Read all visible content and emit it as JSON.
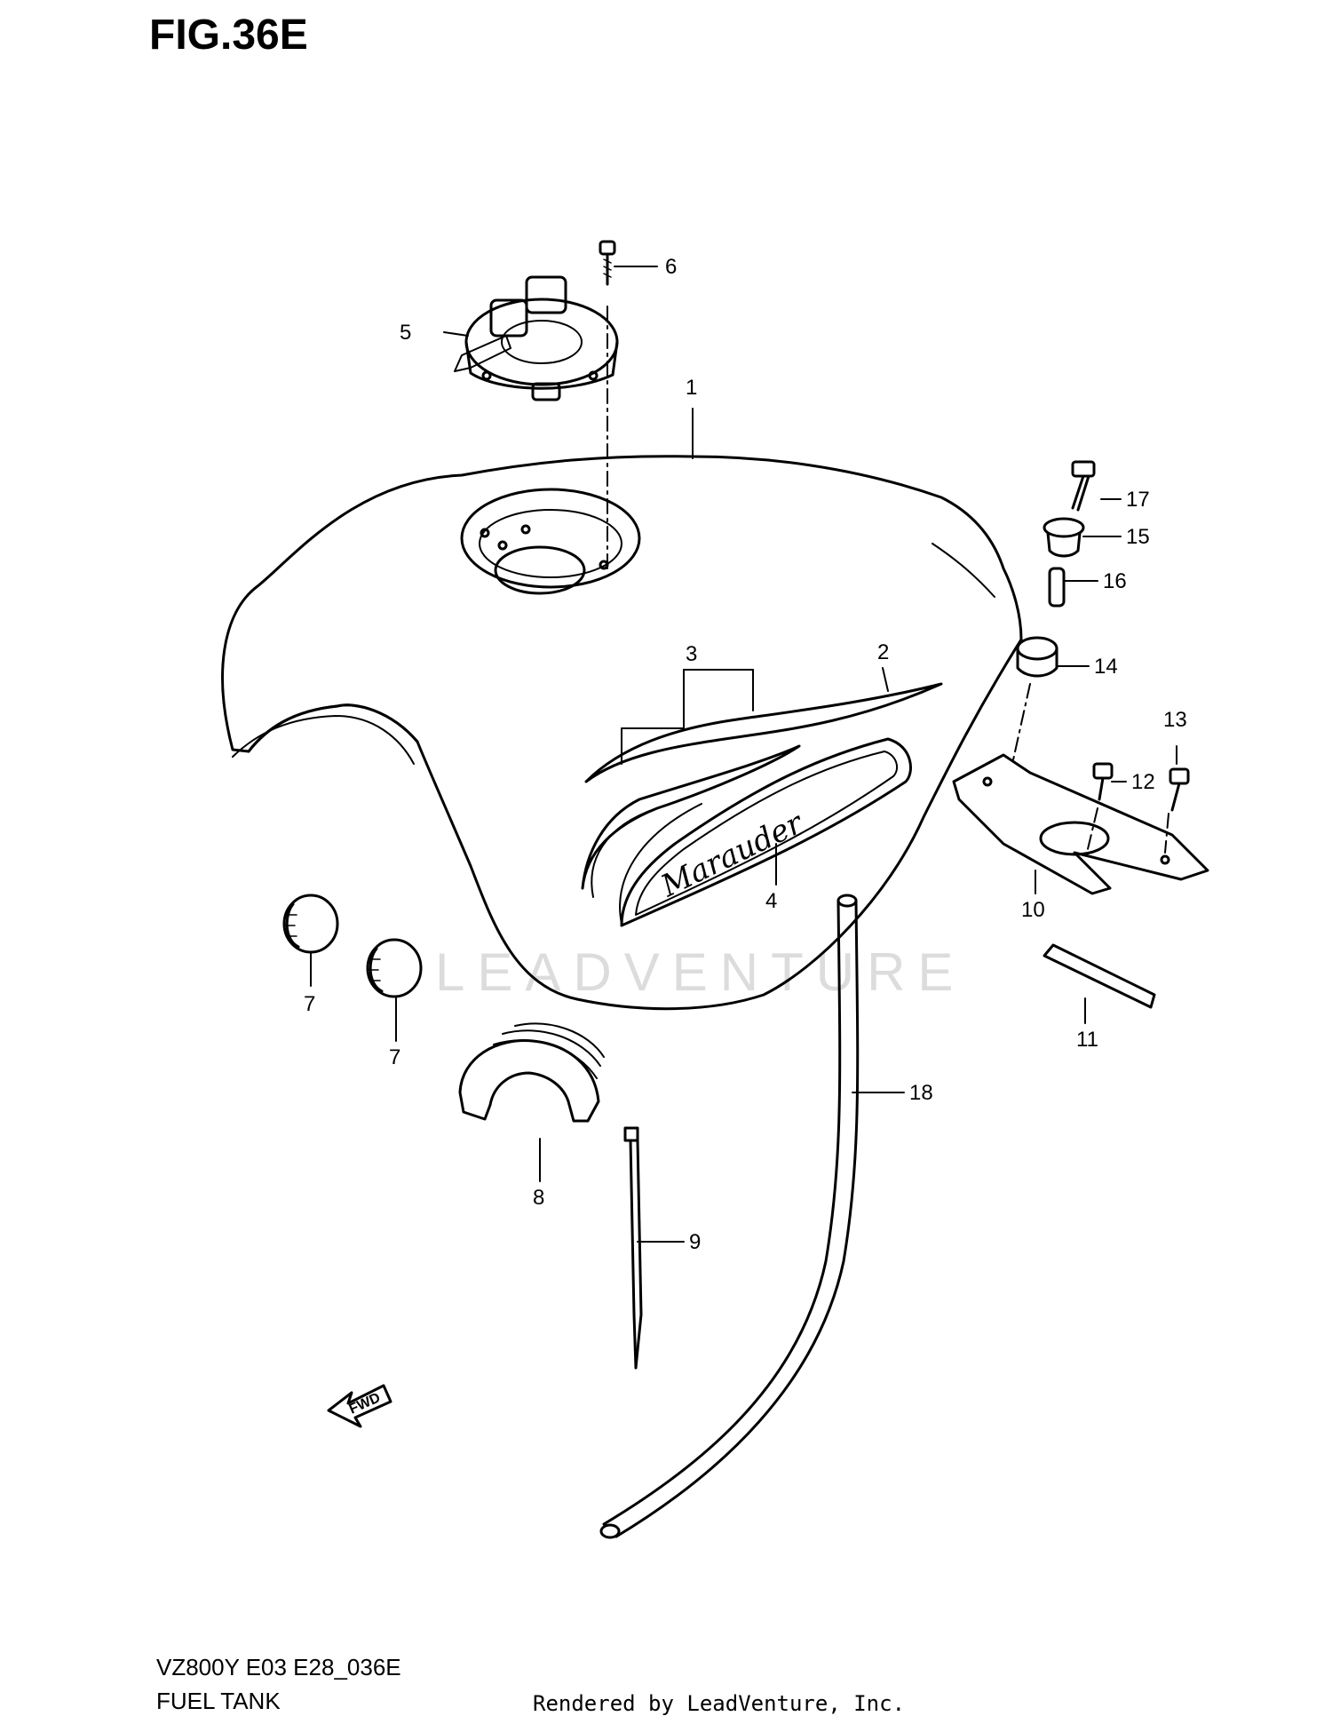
{
  "figure": {
    "title": "FIG.36E"
  },
  "footer": {
    "model_code": "VZ800Y E03 E28_036E",
    "section_name": "FUEL TANK",
    "credit": "Rendered by LeadVenture, Inc."
  },
  "watermark": "LEADVENTURE",
  "emblem_text": "Marauder",
  "fwd_label": "FWD",
  "callouts": [
    {
      "id": "c1",
      "label": "1",
      "part": "fuel-tank"
    },
    {
      "id": "c2",
      "label": "2",
      "part": "flame-decal"
    },
    {
      "id": "c3",
      "label": "3",
      "part": "flame-decal-set"
    },
    {
      "id": "c4",
      "label": "4",
      "part": "emblem"
    },
    {
      "id": "c5",
      "label": "5",
      "part": "fuel-cap-with-key"
    },
    {
      "id": "c6",
      "label": "6",
      "part": "cap-screw"
    },
    {
      "id": "c7a",
      "label": "7",
      "part": "cushion"
    },
    {
      "id": "c7b",
      "label": "7",
      "part": "cushion"
    },
    {
      "id": "c8",
      "label": "8",
      "part": "rear-cushion"
    },
    {
      "id": "c9",
      "label": "9",
      "part": "cable-tie"
    },
    {
      "id": "c10",
      "label": "10",
      "part": "mounting-bracket"
    },
    {
      "id": "c11",
      "label": "11",
      "part": "rubber-strip"
    },
    {
      "id": "c12",
      "label": "12",
      "part": "bracket-bolt"
    },
    {
      "id": "c13",
      "label": "13",
      "part": "bracket-bolt"
    },
    {
      "id": "c14",
      "label": "14",
      "part": "mount-cushion"
    },
    {
      "id": "c15",
      "label": "15",
      "part": "washer"
    },
    {
      "id": "c16",
      "label": "16",
      "part": "spacer"
    },
    {
      "id": "c17",
      "label": "17",
      "part": "tank-bolt"
    },
    {
      "id": "c18",
      "label": "18",
      "part": "breather-hose"
    }
  ]
}
